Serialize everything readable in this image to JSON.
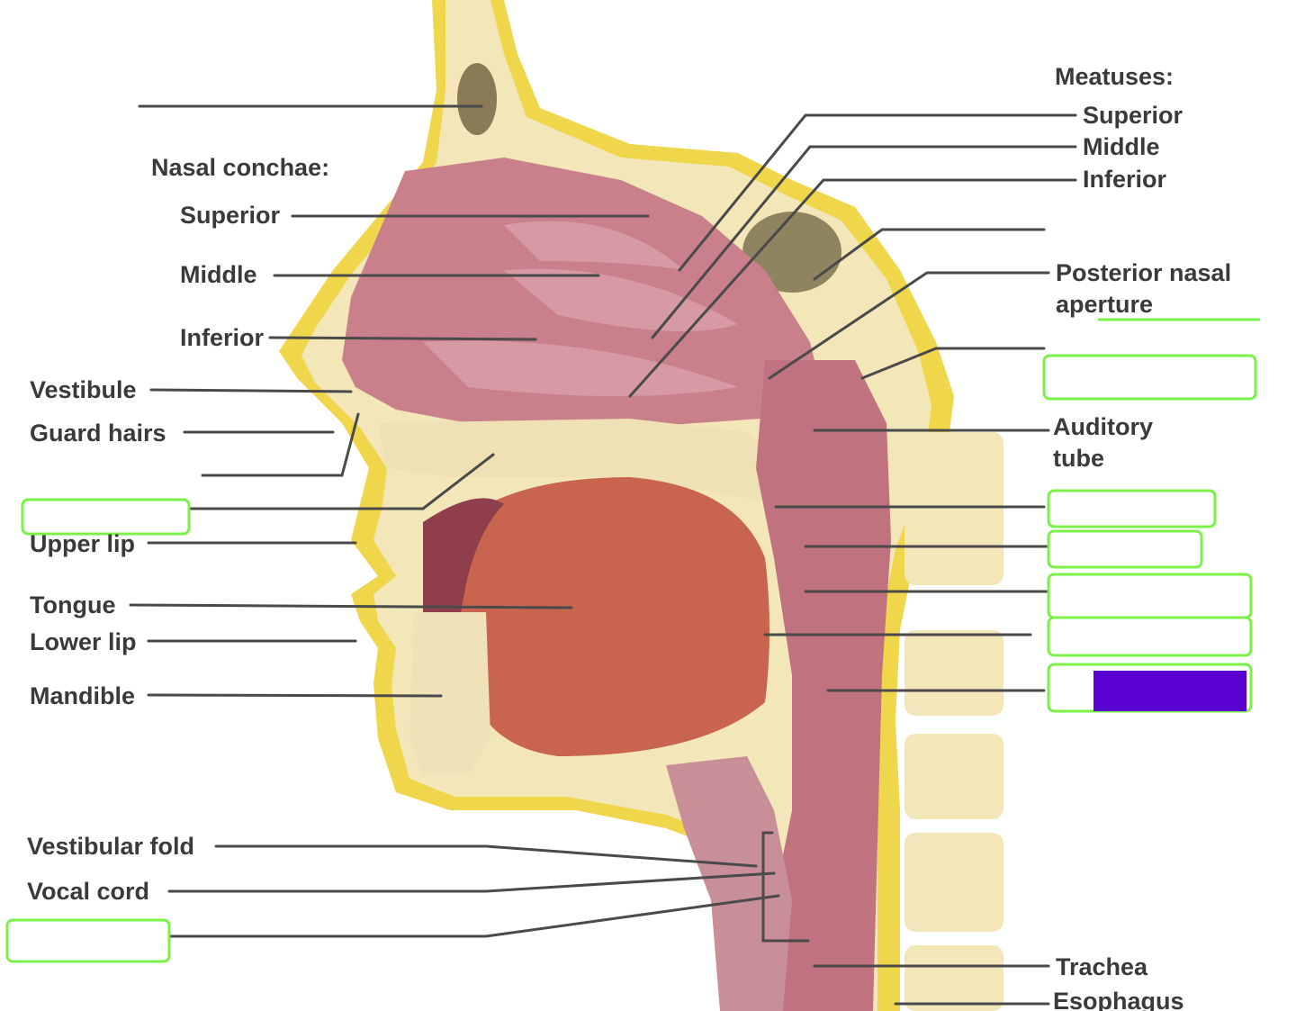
{
  "labels_left": {
    "nasal_conchae_heading": "Nasal conchae:",
    "superior": "Superior",
    "middle": "Middle",
    "inferior": "Inferior",
    "vestibule": "Vestibule",
    "guard_hairs": "Guard hairs",
    "upper_lip": "Upper lip",
    "tongue": "Tongue",
    "lower_lip": "Lower lip",
    "mandible": "Mandible",
    "vestibular_fold": "Vestibular fold",
    "vocal_cord": "Vocal cord"
  },
  "labels_right": {
    "meatuses_heading": "Meatuses:",
    "superior": "Superior",
    "middle": "Middle",
    "inferior": "Inferior",
    "posterior_nasal_aperture_line1": "Posterior nasal",
    "posterior_nasal_aperture_line2": "aperture",
    "auditory_tube_line1": "Auditory",
    "auditory_tube_line2": "tube",
    "trachea": "Trachea",
    "esophagus": "Esophagus"
  },
  "colors": {
    "box_outline": "#7cf04a",
    "redaction": "#5a00d0",
    "bone": "#f3e6b8",
    "fat": "#f0d64a",
    "mucosa": "#c9808a",
    "muscle": "#c9654f"
  }
}
